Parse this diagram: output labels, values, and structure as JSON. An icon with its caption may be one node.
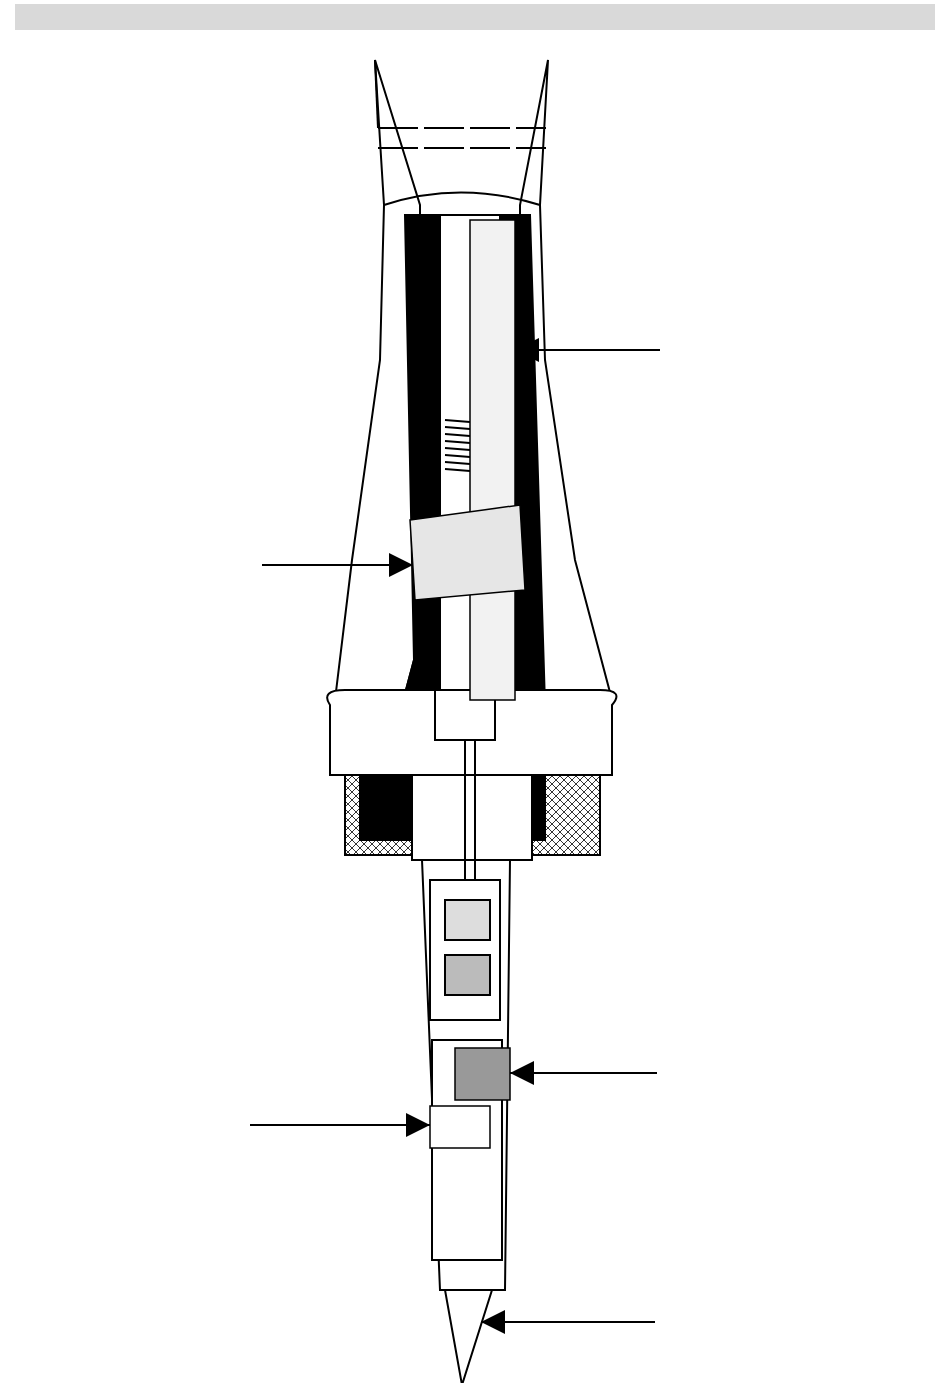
{
  "diagram": {
    "nodes": [
      {
        "text": [],
        "shape": "box"
      },
      {
        "text": [],
        "shape": "box"
      },
      {
        "text": [],
        "shape": "box"
      },
      {
        "text": [],
        "shape": "box"
      },
      {
        "text": [],
        "shape": "box"
      }
    ],
    "edges": [
      {
        "from": null,
        "to": 0,
        "arrow": "to"
      },
      {
        "from": null,
        "to": 1,
        "arrow": "to"
      },
      {
        "from": null,
        "to": 2,
        "arrow": "to"
      },
      {
        "from": null,
        "to": 3,
        "arrow": "to"
      },
      {
        "from": null,
        "to": 4,
        "arrow": "to"
      }
    ]
  }
}
